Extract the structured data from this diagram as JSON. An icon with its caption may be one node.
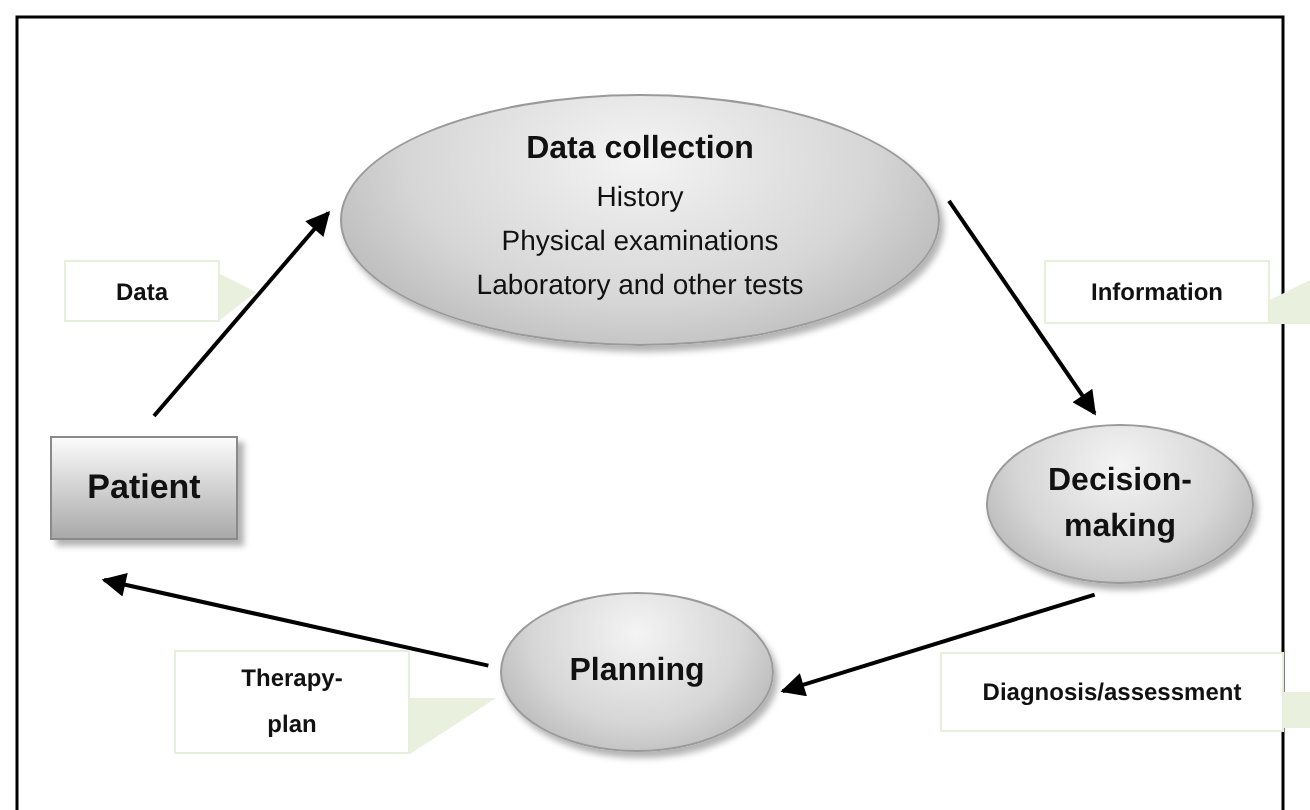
{
  "diagram": {
    "nodes": [
      {
        "text": [
          "Patient"
        ]
      },
      {
        "text": [
          "Data collection",
          "History",
          "Physical examinations",
          "Laboratory and other tests"
        ]
      },
      {
        "text": [
          "Decision-making"
        ]
      },
      {
        "text": [
          "Planning"
        ]
      }
    ],
    "edges": [
      {
        "from": 0,
        "to": 1,
        "arrow": "to"
      },
      {
        "from": 1,
        "to": 2,
        "arrow": "to"
      },
      {
        "from": 2,
        "to": 3,
        "arrow": "to"
      },
      {
        "from": 3,
        "to": 0,
        "arrow": "to"
      }
    ],
    "labels": [
      "Data",
      "Information",
      "Therapy-plan",
      "Diagnosis/assessment"
    ]
  }
}
